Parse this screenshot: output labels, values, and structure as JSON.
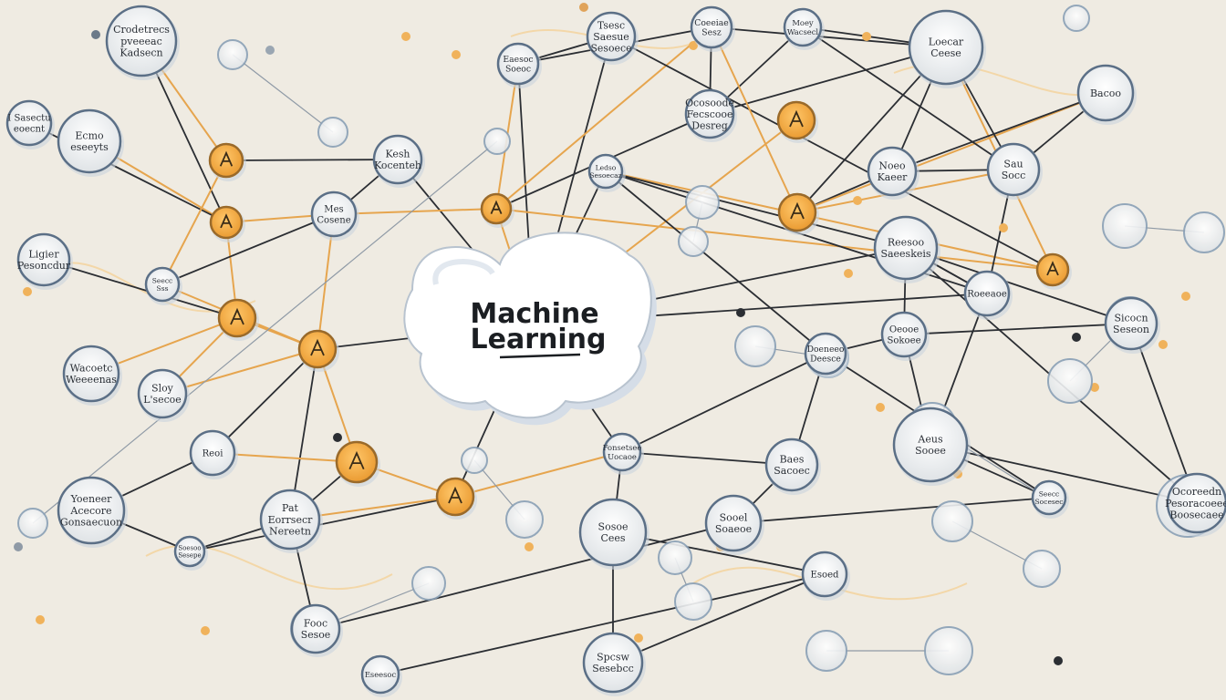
{
  "diagram": {
    "center": {
      "line1": "Machine",
      "line2": "Learning"
    },
    "nodes": [
      {
        "id": "n1",
        "kind": "gray",
        "lines": [
          "Crodetrecs",
          "pveeeac",
          "Kadsecn"
        ]
      },
      {
        "id": "n2",
        "kind": "gray",
        "lines": [
          "Ecmo",
          "eseeyts"
        ]
      },
      {
        "id": "n3",
        "kind": "gray",
        "lines": [
          "I Sasectu",
          "eoecnt"
        ]
      },
      {
        "id": "n4",
        "kind": "gray",
        "lines": [
          "Ligier",
          "Pesoncdur"
        ]
      },
      {
        "id": "n5",
        "kind": "gray",
        "lines": [
          "Wacoetc",
          "Weeeenas"
        ]
      },
      {
        "id": "n6",
        "kind": "gray",
        "lines": [
          "Sloy",
          "L'secoe"
        ]
      },
      {
        "id": "n7",
        "kind": "gray",
        "lines": [
          "Reoi"
        ]
      },
      {
        "id": "n8",
        "kind": "gray",
        "lines": [
          "Yoeneer",
          "Acecore",
          "Gonsaecuon"
        ]
      },
      {
        "id": "n9",
        "kind": "gray",
        "lines": [
          "Soesoo",
          "Sesepe"
        ]
      },
      {
        "id": "n10",
        "kind": "gray",
        "lines": [
          "Pat",
          "Eorrsecr",
          "Nereetn"
        ]
      },
      {
        "id": "n11",
        "kind": "gray",
        "lines": [
          "Kesh",
          "Kocenteh"
        ]
      },
      {
        "id": "n12",
        "kind": "gray",
        "lines": [
          "Mes",
          "Cosene"
        ]
      },
      {
        "id": "n13",
        "kind": "gray",
        "lines": [
          "Tsesc",
          "Saesue",
          "Sesoece"
        ]
      },
      {
        "id": "n14",
        "kind": "gray",
        "lines": [
          "Eaesoc",
          "Soeoc"
        ]
      },
      {
        "id": "n15",
        "kind": "gray",
        "lines": [
          "Seecc",
          "Sss"
        ]
      },
      {
        "id": "n16",
        "kind": "gray",
        "lines": [
          "Ocosoode",
          "Fecscooe",
          "Desreg"
        ]
      },
      {
        "id": "n17",
        "kind": "gray",
        "lines": [
          "Coeeiae",
          "Sesz"
        ]
      },
      {
        "id": "n18",
        "kind": "gray",
        "lines": [
          "Ledso",
          "Sesoecaz"
        ]
      },
      {
        "id": "n19",
        "kind": "gray",
        "lines": [
          "Moey",
          "Wacsecl"
        ]
      },
      {
        "id": "n20",
        "kind": "gray",
        "lines": [
          "Loecar",
          "Ceese"
        ]
      },
      {
        "id": "n21",
        "kind": "gray",
        "lines": [
          "Noeo",
          "Kaeer"
        ]
      },
      {
        "id": "n22",
        "kind": "gray",
        "lines": [
          "Sau",
          "Socc"
        ]
      },
      {
        "id": "n23",
        "kind": "gray",
        "lines": [
          "Bacoo"
        ]
      },
      {
        "id": "n24",
        "kind": "gray",
        "lines": [
          "Reesoo",
          "Saeeskeis"
        ]
      },
      {
        "id": "n25",
        "kind": "gray",
        "lines": [
          "Roeeaoe"
        ]
      },
      {
        "id": "n26",
        "kind": "gray",
        "lines": [
          "Fonsetsee",
          "Uocaoe"
        ]
      },
      {
        "id": "n27",
        "kind": "gray",
        "lines": [
          "Doeneeo",
          "Deesce"
        ]
      },
      {
        "id": "n28",
        "kind": "gray",
        "lines": [
          "Oeooe",
          "Sokoee"
        ]
      },
      {
        "id": "n29",
        "kind": "gray",
        "lines": [
          "Aeus",
          "Sooee"
        ]
      },
      {
        "id": "n30",
        "kind": "gray",
        "lines": [
          "Sicocn",
          "Seseon"
        ]
      },
      {
        "id": "n31",
        "kind": "gray",
        "lines": [
          "Ocoreedn",
          "Pesoracoeee",
          "Boosecaee"
        ]
      },
      {
        "id": "n32",
        "kind": "gray",
        "lines": [
          "Seecc",
          "Socesec"
        ]
      },
      {
        "id": "n33",
        "kind": "gray",
        "lines": [
          "Baes",
          "Sacoec"
        ]
      },
      {
        "id": "n34",
        "kind": "gray",
        "lines": [
          "Sooel",
          "Soaeoe"
        ]
      },
      {
        "id": "n35",
        "kind": "gray",
        "lines": [
          "Sosoe",
          "Cees"
        ]
      },
      {
        "id": "n36",
        "kind": "gray",
        "lines": [
          "Spcsw",
          "Sesebcc"
        ]
      },
      {
        "id": "n37",
        "kind": "gray",
        "lines": [
          "Esoed"
        ]
      },
      {
        "id": "n38",
        "kind": "gray",
        "lines": [
          "Fooc",
          "Sesoe"
        ]
      },
      {
        "id": "n39",
        "kind": "gray",
        "lines": [
          "Eseesoc"
        ]
      },
      {
        "id": "o1",
        "kind": "orange"
      },
      {
        "id": "o2",
        "kind": "orange"
      },
      {
        "id": "o3",
        "kind": "orange"
      },
      {
        "id": "o4",
        "kind": "orange"
      },
      {
        "id": "o5",
        "kind": "orange"
      },
      {
        "id": "o6",
        "kind": "orange"
      },
      {
        "id": "o7",
        "kind": "orange"
      },
      {
        "id": "o8",
        "kind": "orange"
      },
      {
        "id": "o9",
        "kind": "orange"
      },
      {
        "id": "o10",
        "kind": "orange"
      }
    ],
    "edges": [
      [
        "center",
        "o4"
      ],
      [
        "center",
        "o6"
      ],
      [
        "center",
        "n11"
      ],
      [
        "center",
        "o10"
      ],
      [
        "center",
        "n18"
      ],
      [
        "center",
        "n25"
      ],
      [
        "center",
        "n24"
      ],
      [
        "center",
        "n13"
      ],
      [
        "center",
        "n26"
      ],
      [
        "center",
        "n14"
      ],
      [
        "center",
        "o8"
      ],
      [
        "o4",
        "n12"
      ],
      [
        "o4",
        "n7"
      ],
      [
        "o4",
        "n6"
      ],
      [
        "o4",
        "o3"
      ],
      [
        "o4",
        "n10"
      ],
      [
        "o4",
        "n15"
      ],
      [
        "o3",
        "n5"
      ],
      [
        "o3",
        "n4"
      ],
      [
        "o3",
        "o2"
      ],
      [
        "o3",
        "n6"
      ],
      [
        "o2",
        "n1"
      ],
      [
        "o2",
        "n2"
      ],
      [
        "o2",
        "n12"
      ],
      [
        "o2",
        "n3"
      ],
      [
        "o1",
        "n1"
      ],
      [
        "o1",
        "n15"
      ],
      [
        "o1",
        "n11"
      ],
      [
        "n12",
        "o6"
      ],
      [
        "n12",
        "n15"
      ],
      [
        "n12",
        "n11"
      ],
      [
        "o6",
        "n14"
      ],
      [
        "o6",
        "o9"
      ],
      [
        "o6",
        "n16"
      ],
      [
        "o6",
        "n17"
      ],
      [
        "n14",
        "n13"
      ],
      [
        "n14",
        "n17"
      ],
      [
        "o9",
        "n18"
      ],
      [
        "o9",
        "n20"
      ],
      [
        "o9",
        "n13"
      ],
      [
        "n16",
        "n17"
      ],
      [
        "n16",
        "n19"
      ],
      [
        "n16",
        "n20"
      ],
      [
        "n17",
        "o7"
      ],
      [
        "n17",
        "n20"
      ],
      [
        "o7",
        "n21"
      ],
      [
        "o7",
        "n23"
      ],
      [
        "o7",
        "n22"
      ],
      [
        "o7",
        "n20"
      ],
      [
        "n20",
        "n21"
      ],
      [
        "n20",
        "n22"
      ],
      [
        "n21",
        "n22"
      ],
      [
        "n21",
        "n23"
      ],
      [
        "n19",
        "n20"
      ],
      [
        "n19",
        "n22"
      ],
      [
        "n18",
        "n24"
      ],
      [
        "n18",
        "n25"
      ],
      [
        "n18",
        "n27"
      ],
      [
        "n24",
        "n25"
      ],
      [
        "n24",
        "n28"
      ],
      [
        "n24",
        "n30"
      ],
      [
        "n24",
        "n31"
      ],
      [
        "n25",
        "n22"
      ],
      [
        "n25",
        "n24"
      ],
      [
        "n25",
        "n29"
      ],
      [
        "n27",
        "n26"
      ],
      [
        "n27",
        "n33"
      ],
      [
        "n27",
        "n32"
      ],
      [
        "n26",
        "n33"
      ],
      [
        "n26",
        "n35"
      ],
      [
        "n26",
        "o10"
      ],
      [
        "o10",
        "o5"
      ],
      [
        "o10",
        "n9"
      ],
      [
        "o10",
        "n10"
      ],
      [
        "o5",
        "n7"
      ],
      [
        "o5",
        "n10"
      ],
      [
        "o5",
        "o4"
      ],
      [
        "n8",
        "n7"
      ],
      [
        "n8",
        "n9"
      ],
      [
        "n9",
        "n10"
      ],
      [
        "n28",
        "n29"
      ],
      [
        "n28",
        "n30"
      ],
      [
        "n30",
        "n31"
      ],
      [
        "n31",
        "n29"
      ],
      [
        "n29",
        "n32"
      ],
      [
        "n32",
        "n34"
      ],
      [
        "n33",
        "n34"
      ],
      [
        "n35",
        "n36"
      ],
      [
        "n35",
        "n37"
      ],
      [
        "n36",
        "n37"
      ],
      [
        "n10",
        "n38"
      ],
      [
        "n38",
        "n34"
      ],
      [
        "n37",
        "n39"
      ],
      [
        "n22",
        "n23"
      ],
      [
        "n27",
        "n28"
      ]
    ]
  },
  "colors": {
    "background": "#efebe2",
    "line_dark": "#2b2e33",
    "line_orange": "#e6a54e",
    "node_fill": "#eceeee",
    "node_ring": "#5b6f86",
    "orange_fill": "#f0a742",
    "orange_ring": "#9a6a2a",
    "cloud_fill": "#ffffff",
    "cloud_shadow": "#cfd8e3"
  }
}
